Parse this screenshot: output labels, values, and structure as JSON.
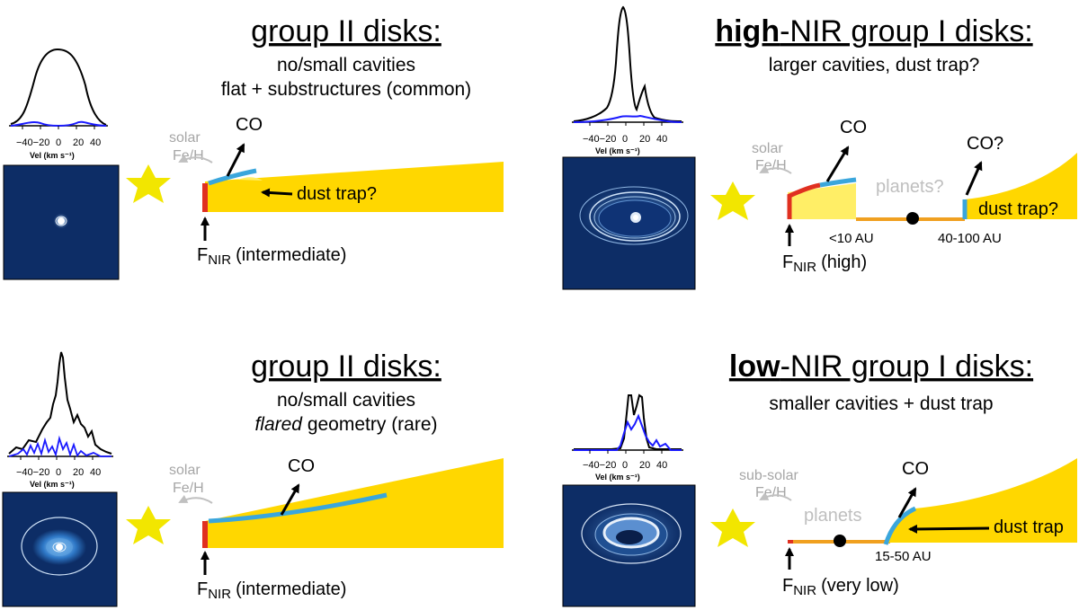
{
  "colors": {
    "disk": "#ffd700",
    "disk_light": "#ffee66",
    "inner_rim": "#e03020",
    "co_surface": "#3aa6dc",
    "gap_line": "#f0a020",
    "star": "#f2e600",
    "image_bg": "#0d2d66",
    "grey_text": "#a6a6a6",
    "profile_black": "#000000",
    "profile_blue": "#1a1aff"
  },
  "tick_labels": [
    "−40−20",
    "0",
    "20",
    "40"
  ],
  "axis_label": "Vel (km s⁻¹)",
  "panels": [
    {
      "id": "top-left",
      "title": "group II disks:",
      "subtitle_1": "no/small cavities",
      "subtitle_2": "flat + substructures (common)",
      "metallicity_1": "solar",
      "metallicity_2": "Fe/H",
      "co_label": "CO",
      "annotation": "dust trap?",
      "fnir_label": "F",
      "fnir_sub": "NIR",
      "fnir_note": "(intermediate)"
    },
    {
      "id": "top-right",
      "title_bold": "high",
      "title_rest": "-NIR group I disks:",
      "subtitle_1": "larger cavities, dust trap?",
      "metallicity_1": "solar",
      "metallicity_2": "Fe/H",
      "co_label": "CO",
      "co_outer_label": "CO?",
      "planets_label": "planets?",
      "annotation": "dust trap?",
      "inner_radius": "<10 AU",
      "outer_radius": "40-100 AU",
      "fnir_label": "F",
      "fnir_sub": "NIR",
      "fnir_note": "(high)"
    },
    {
      "id": "bottom-left",
      "title": "group II disks:",
      "subtitle_1": "no/small cavities",
      "subtitle_2_italic": "flared",
      "subtitle_2_rest": " geometry (rare)",
      "metallicity_1": "solar",
      "metallicity_2": "Fe/H",
      "co_label": "CO",
      "fnir_label": "F",
      "fnir_sub": "NIR",
      "fnir_note": "(intermediate)"
    },
    {
      "id": "bottom-right",
      "title_bold": "low",
      "title_rest": "-NIR group I disks:",
      "subtitle_1": "smaller cavities + dust trap",
      "metallicity_1": "sub-solar",
      "metallicity_2": "Fe/H",
      "co_label": "CO",
      "planets_label": "planets",
      "annotation": "dust trap",
      "outer_radius": "15-50 AU",
      "fnir_label": "F",
      "fnir_sub": "NIR",
      "fnir_note": "(very low)"
    }
  ]
}
